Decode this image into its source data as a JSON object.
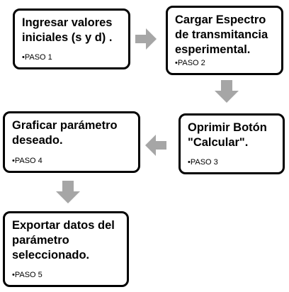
{
  "steps": [
    {
      "title": "Ingresar valores\niniciales  (s y d) .",
      "label": "•PASO 1"
    },
    {
      "title": "Cargar Espectro\nde transmitancia\nesperimental.",
      "label": "•PASO 2"
    },
    {
      "title": "Oprimir Botón\n\"Calcular\".",
      "label": "•PASO 3"
    },
    {
      "title": "Graficar parámetro\ndeseado.",
      "label": "•PASO 4"
    },
    {
      "title": "Exportar datos del\nparámetro\nseleccionado.",
      "label": "•PASO 5"
    }
  ],
  "colors": {
    "box_border": "#000000",
    "box_fill": "#ffffff",
    "arrow": "#a6a6a6"
  },
  "arrows": [
    {
      "from": "PASO 1",
      "to": "PASO 2",
      "direction": "right"
    },
    {
      "from": "PASO 2",
      "to": "PASO 3",
      "direction": "down"
    },
    {
      "from": "PASO 3",
      "to": "PASO 4",
      "direction": "left"
    },
    {
      "from": "PASO 4",
      "to": "PASO 5",
      "direction": "down"
    }
  ]
}
